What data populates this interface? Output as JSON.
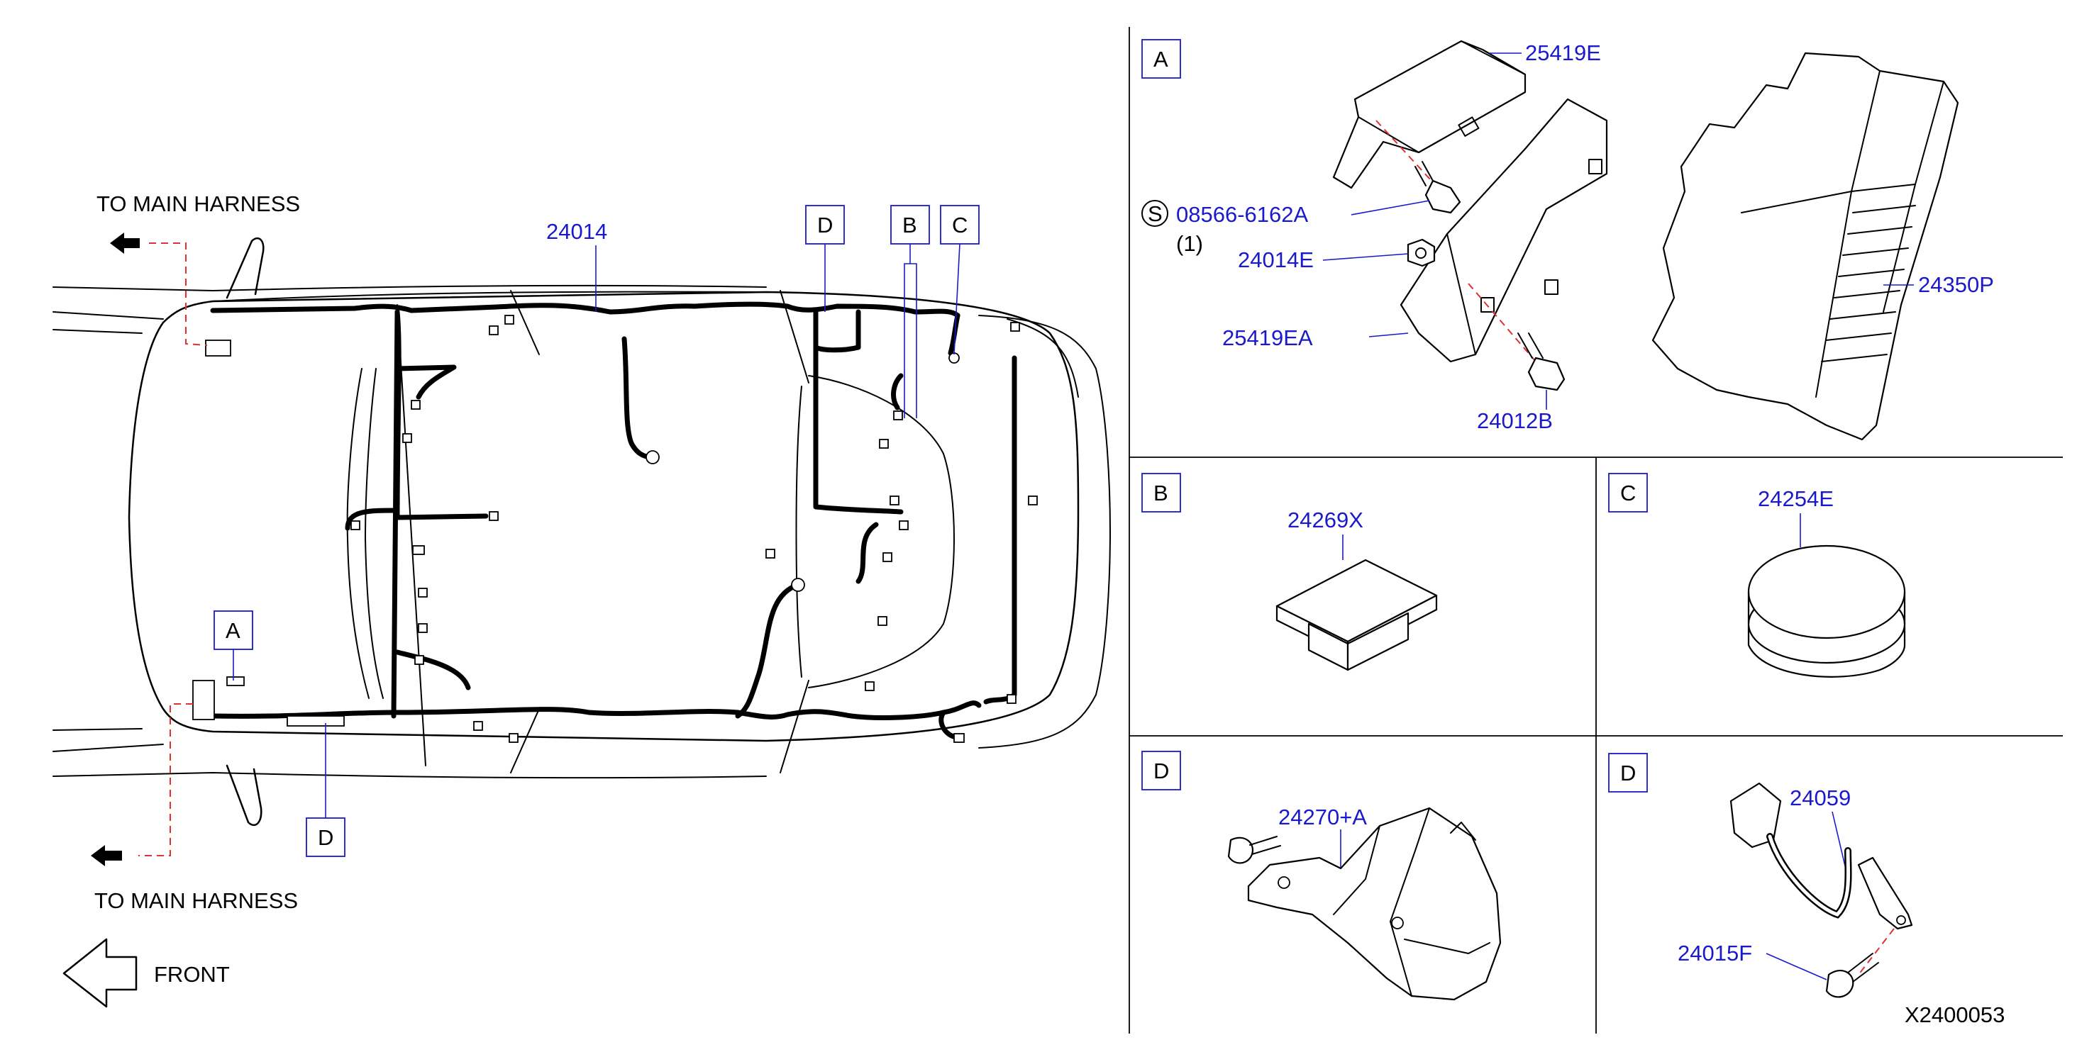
{
  "main_view": {
    "to_main_harness_top": "TO MAIN HARNESS",
    "to_main_harness_bottom": "TO MAIN HARNESS",
    "front_label": "FRONT",
    "harness_part": "24014",
    "callouts": {
      "a": "A",
      "b": "B",
      "c": "C",
      "d_top": "D",
      "d_bottom": "D"
    }
  },
  "panels": {
    "a": {
      "tag": "A",
      "part_25419e": "25419E",
      "screw_symbol": "S",
      "part_08566": "08566-6162A",
      "qty": "(1)",
      "part_24014e": "24014E",
      "part_25419ea": "25419EA",
      "part_24012b": "24012B",
      "part_24350p": "24350P"
    },
    "b": {
      "tag": "B",
      "part": "24269X"
    },
    "c": {
      "tag": "C",
      "part": "24254E"
    },
    "d1": {
      "tag": "D",
      "part": "24270+A"
    },
    "d2": {
      "tag": "D",
      "part_24059": "24059",
      "part_24015f": "24015F"
    }
  },
  "diagram_id": "X2400053",
  "colors": {
    "part_number": "#1a1acc",
    "dashed_route": "#e03030",
    "line": "#000000"
  }
}
